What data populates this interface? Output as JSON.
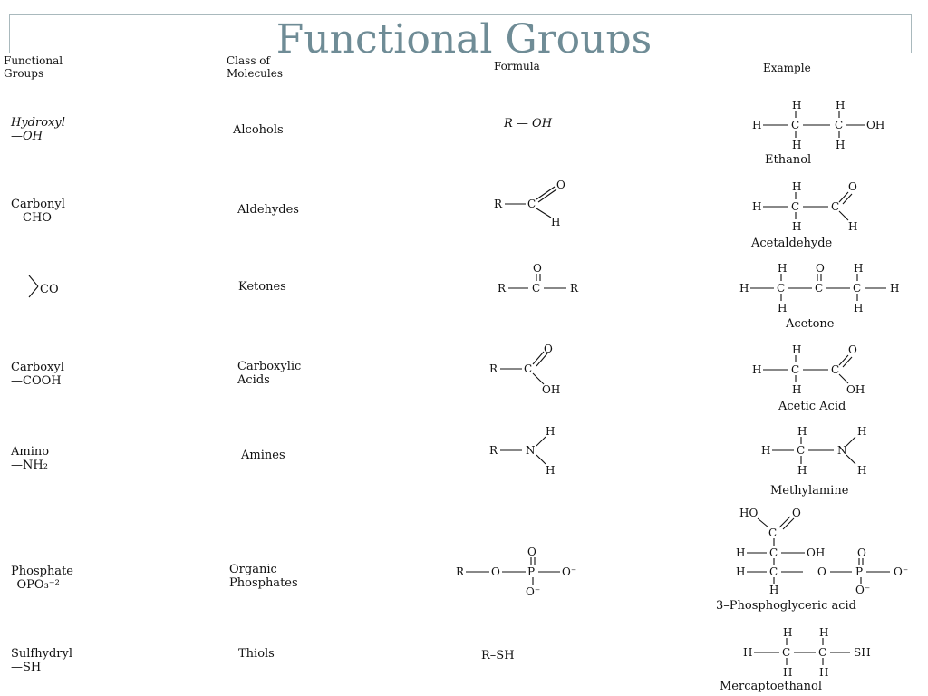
{
  "title": "Functional Groups",
  "headers": {
    "functional_groups": "Functional\nGroups",
    "class": "Class of\nMolecules",
    "formula": "Formula",
    "example": "Example"
  },
  "rows": [
    {
      "group": "Hydroxyl\n—OH",
      "class": "Alcohols",
      "formula": "R — OH",
      "example": "Ethanol"
    },
    {
      "group": "Carbonyl\n—CHO",
      "class": "Aldehydes",
      "formula": "",
      "example": "Acetaldehyde"
    },
    {
      "group": "CO",
      "class": "Ketones",
      "formula": "",
      "example": "Acetone"
    },
    {
      "group": "Carboxyl\n—COOH",
      "class": "Carboxylic\nAcids",
      "formula": "",
      "example": "Acetic Acid"
    },
    {
      "group": "Amino\n—NH₂",
      "class": "Amines",
      "formula": "",
      "example": "Methylamine"
    },
    {
      "group": "Phosphate\n–OPO₃⁻²",
      "class": "Organic\nPhosphates",
      "formula": "",
      "example": "3–Phosphoglyceric acid"
    },
    {
      "group": "Sulfhydryl\n—SH",
      "class": "Thiols",
      "formula": "R–SH",
      "example": "Mercaptoethanol"
    }
  ]
}
